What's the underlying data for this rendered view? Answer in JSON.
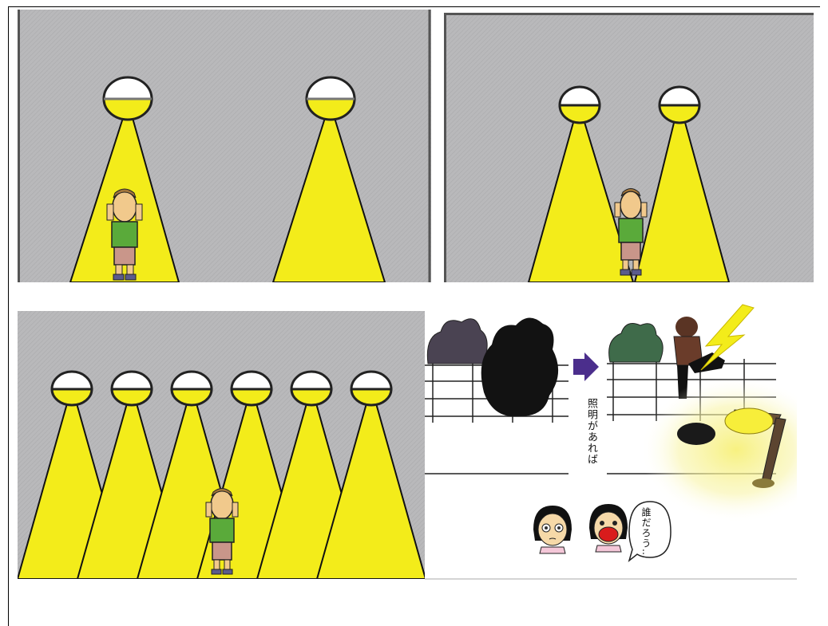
{
  "panels": [
    {
      "id": "panel-two-lights-far",
      "lamps": 2
    },
    {
      "id": "panel-two-lights-near",
      "lamps": 2
    },
    {
      "id": "panel-six-lights",
      "lamps": 6
    },
    {
      "id": "panel-manga-illustration"
    }
  ],
  "manga": {
    "caption": "照明があれば",
    "speech": "誰だろう…"
  },
  "colors": {
    "background_gray": "#b9b9bb",
    "light_yellow": "#f3ec1a",
    "arrow_purple": "#4b2e8c"
  }
}
